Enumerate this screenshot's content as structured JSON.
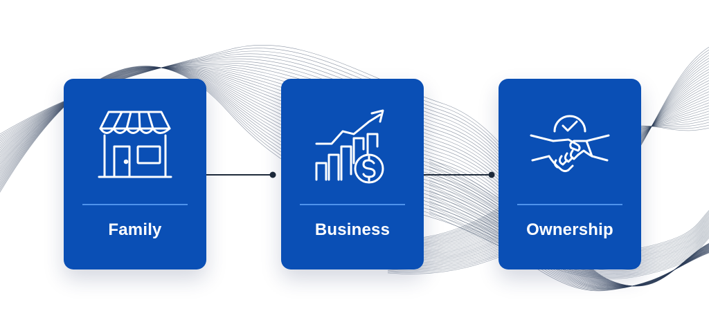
{
  "colors": {
    "card": "#0a4fb5",
    "divider": "#4f93ec",
    "icon": "#ffffff",
    "connector": "#1e2a3a",
    "waves": "#2b3d57"
  },
  "cards": [
    {
      "label": "Family",
      "icon": "storefront-icon"
    },
    {
      "label": "Business",
      "icon": "growth-chart-dollar-icon"
    },
    {
      "label": "Ownership",
      "icon": "handshake-check-icon"
    }
  ]
}
